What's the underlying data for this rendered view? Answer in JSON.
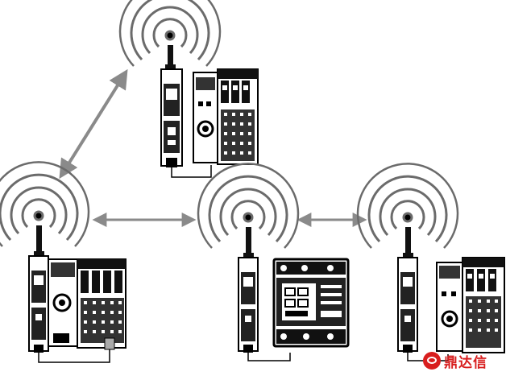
{
  "colors": {
    "arrow": "#8a8a8a",
    "wave": "#6b6b6b",
    "outline": "#000000",
    "module_fill": "#ffffff",
    "watermark": "#d81e1e"
  },
  "devices": [
    {
      "id": "top",
      "module": "io-rack"
    },
    {
      "id": "bottom-left",
      "module": "io-rack-large"
    },
    {
      "id": "bottom-center",
      "module": "display-unit"
    },
    {
      "id": "bottom-right",
      "module": "io-rack"
    }
  ],
  "links": [
    {
      "from": "bottom-left",
      "to": "top",
      "type": "bidirectional"
    },
    {
      "from": "bottom-left",
      "to": "bottom-center",
      "type": "bidirectional"
    },
    {
      "from": "bottom-center",
      "to": "bottom-right",
      "type": "bidirectional"
    }
  ],
  "watermark": {
    "text": "鼎达信",
    "icon": "logo-icon"
  }
}
